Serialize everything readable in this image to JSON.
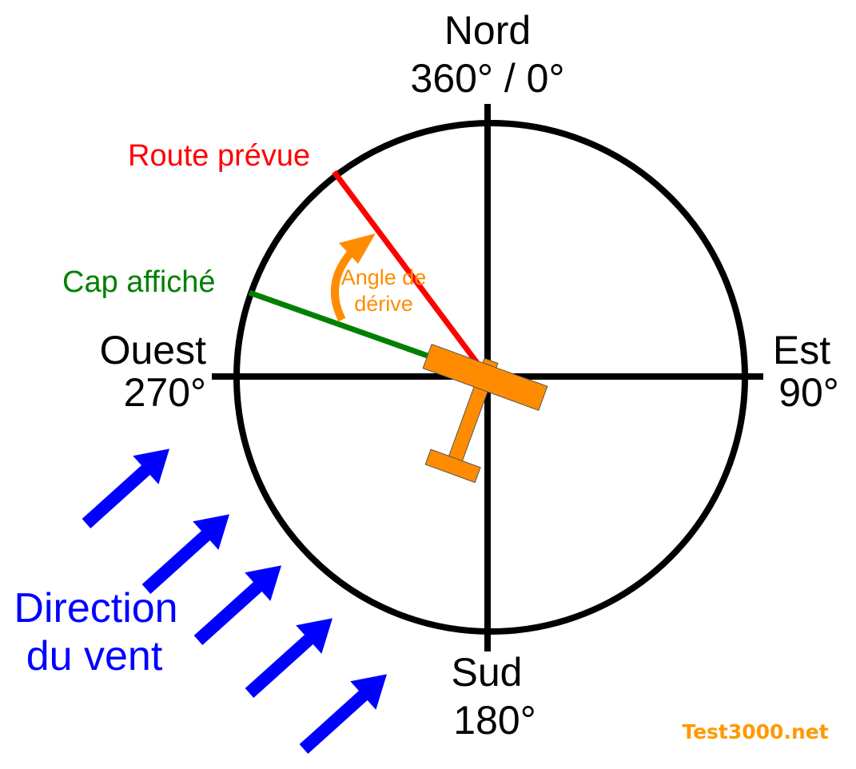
{
  "compass": {
    "north_name": "Nord",
    "north_deg": "360° / 0°",
    "east_name": "Est",
    "east_deg": "90°",
    "south_name": "Sud",
    "south_deg": "180°",
    "west_name": "Ouest",
    "west_deg": "270°"
  },
  "lines": {
    "route_label": "Route prévue",
    "cap_label": "Cap affiché",
    "drift_label_1": "Angle de",
    "drift_label_2": "dérive"
  },
  "wind": {
    "label_1": "Direction",
    "label_2": "du vent"
  },
  "watermark": "Test3000.net",
  "colors": {
    "route": "#ff0000",
    "cap": "#008000",
    "drift": "#ff8c00",
    "airplane": "#ff8c00",
    "wind": "#0000ff",
    "compass": "#000000",
    "watermark": "#ff9900"
  }
}
